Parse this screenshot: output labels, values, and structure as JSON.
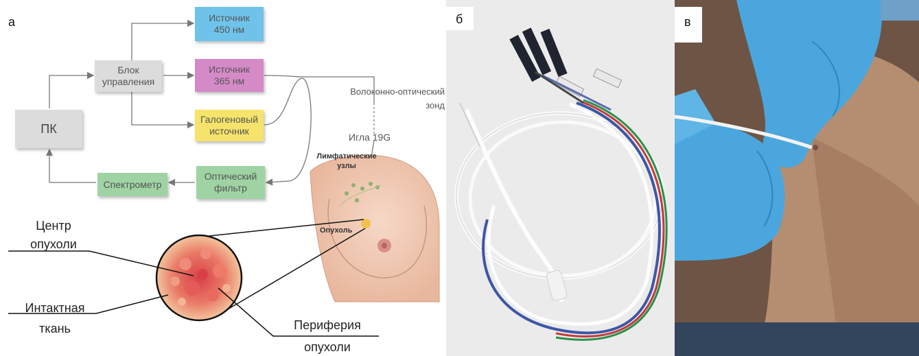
{
  "panels": {
    "a_label": "а",
    "b_label": "б",
    "c_label": "в"
  },
  "scheme": {
    "pc": "ПК",
    "control_unit": "Блок\nуправления",
    "source_450": "Источник\n450 нм",
    "source_365": "Источник\n365 нм",
    "halogen": "Галогеновый\nисточник",
    "spectrometer": "Спектрометр",
    "optical_filter": "Оптический\nфильтр",
    "fiber_probe": "Волоконно-оптический\nзонд",
    "needle": "Игла 19G",
    "lymph_nodes": "Лимфатические\nузлы",
    "tumor": "Опухоль"
  },
  "tumor_labels": {
    "center": "Центр\nопухоли",
    "intact": "Интактная\nткань",
    "periphery": "Периферия\nопухоли"
  },
  "colors": {
    "source_450": "#6fc3ea",
    "source_365": "#d58ac8",
    "halogen": "#f6e36b",
    "green_box": "#9fd3a4",
    "gray_box": "#dcdcdc"
  }
}
